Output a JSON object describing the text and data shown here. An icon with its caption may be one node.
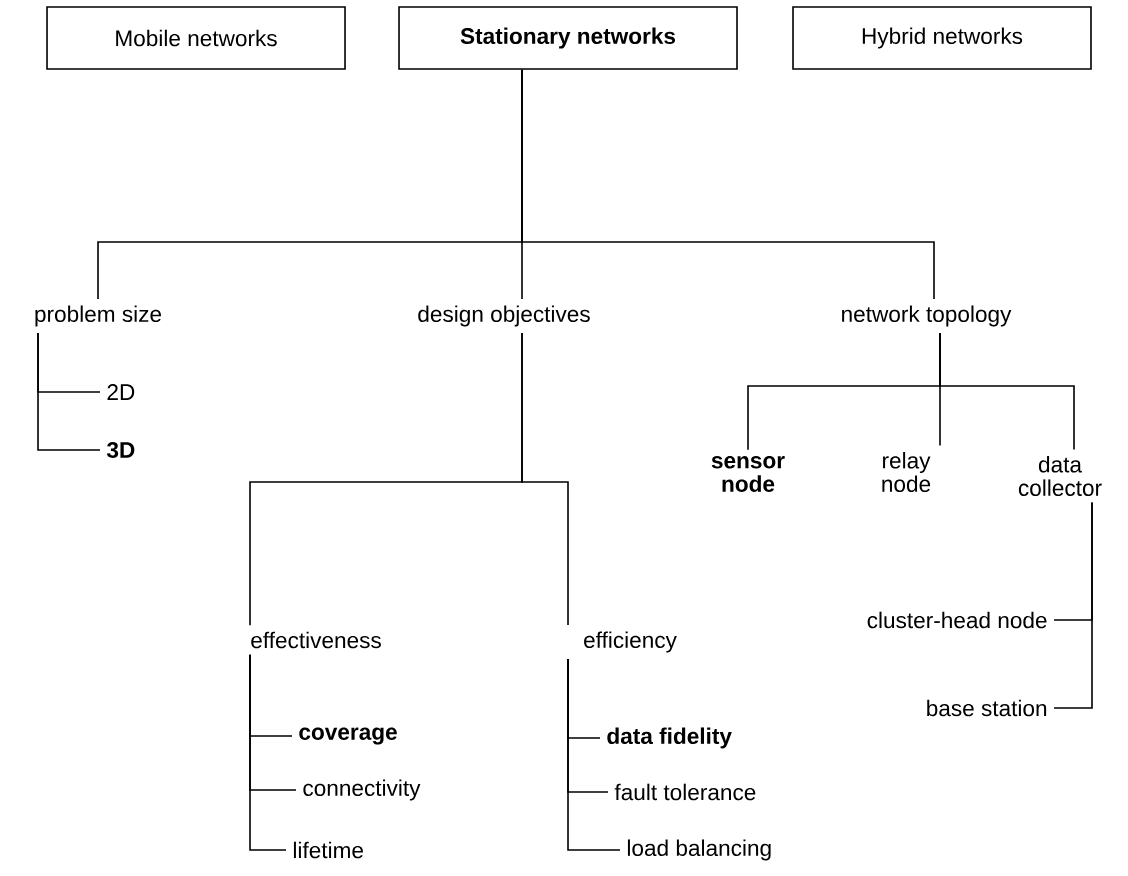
{
  "diagram": {
    "nodes": [
      {
        "text": [
          "Mobile networks"
        ]
      },
      {
        "text": [
          "Stationary networks"
        ]
      },
      {
        "text": [
          "Hybrid networks"
        ]
      },
      {
        "text": [
          "problem size"
        ]
      },
      {
        "text": [
          "design objectives"
        ]
      },
      {
        "text": [
          "network topology"
        ]
      },
      {
        "text": [
          "2D"
        ]
      },
      {
        "text": [
          "3D"
        ]
      },
      {
        "text": [
          "sensor node"
        ]
      },
      {
        "text": [
          "relay node"
        ]
      },
      {
        "text": [
          "data collector"
        ]
      },
      {
        "text": [
          "effectiveness"
        ]
      },
      {
        "text": [
          "efficiency"
        ]
      },
      {
        "text": [
          "coverage"
        ]
      },
      {
        "text": [
          "connectivity"
        ]
      },
      {
        "text": [
          "lifetime"
        ]
      },
      {
        "text": [
          "data fidelity"
        ]
      },
      {
        "text": [
          "fault tolerance"
        ]
      },
      {
        "text": [
          "load balancing"
        ]
      },
      {
        "text": [
          "cluster-head node"
        ]
      },
      {
        "text": [
          "base station"
        ]
      }
    ],
    "edges": [
      {
        "from": 1,
        "to": 3,
        "arrow": "none"
      },
      {
        "from": 1,
        "to": 4,
        "arrow": "none"
      },
      {
        "from": 1,
        "to": 5,
        "arrow": "none"
      },
      {
        "from": 3,
        "to": 6,
        "arrow": "none"
      },
      {
        "from": 3,
        "to": 7,
        "arrow": "none"
      },
      {
        "from": 4,
        "to": 11,
        "arrow": "none"
      },
      {
        "from": 4,
        "to": 12,
        "arrow": "none"
      },
      {
        "from": 5,
        "to": 8,
        "arrow": "none"
      },
      {
        "from": 5,
        "to": 9,
        "arrow": "none"
      },
      {
        "from": 5,
        "to": 10,
        "arrow": "none"
      },
      {
        "from": 11,
        "to": 13,
        "arrow": "none"
      },
      {
        "from": 11,
        "to": 14,
        "arrow": "none"
      },
      {
        "from": 11,
        "to": 15,
        "arrow": "none"
      },
      {
        "from": 12,
        "to": 16,
        "arrow": "none"
      },
      {
        "from": 12,
        "to": 17,
        "arrow": "none"
      },
      {
        "from": 12,
        "to": 18,
        "arrow": "none"
      },
      {
        "from": 10,
        "to": 19,
        "arrow": "none"
      },
      {
        "from": 10,
        "to": 20,
        "arrow": "none"
      }
    ]
  }
}
